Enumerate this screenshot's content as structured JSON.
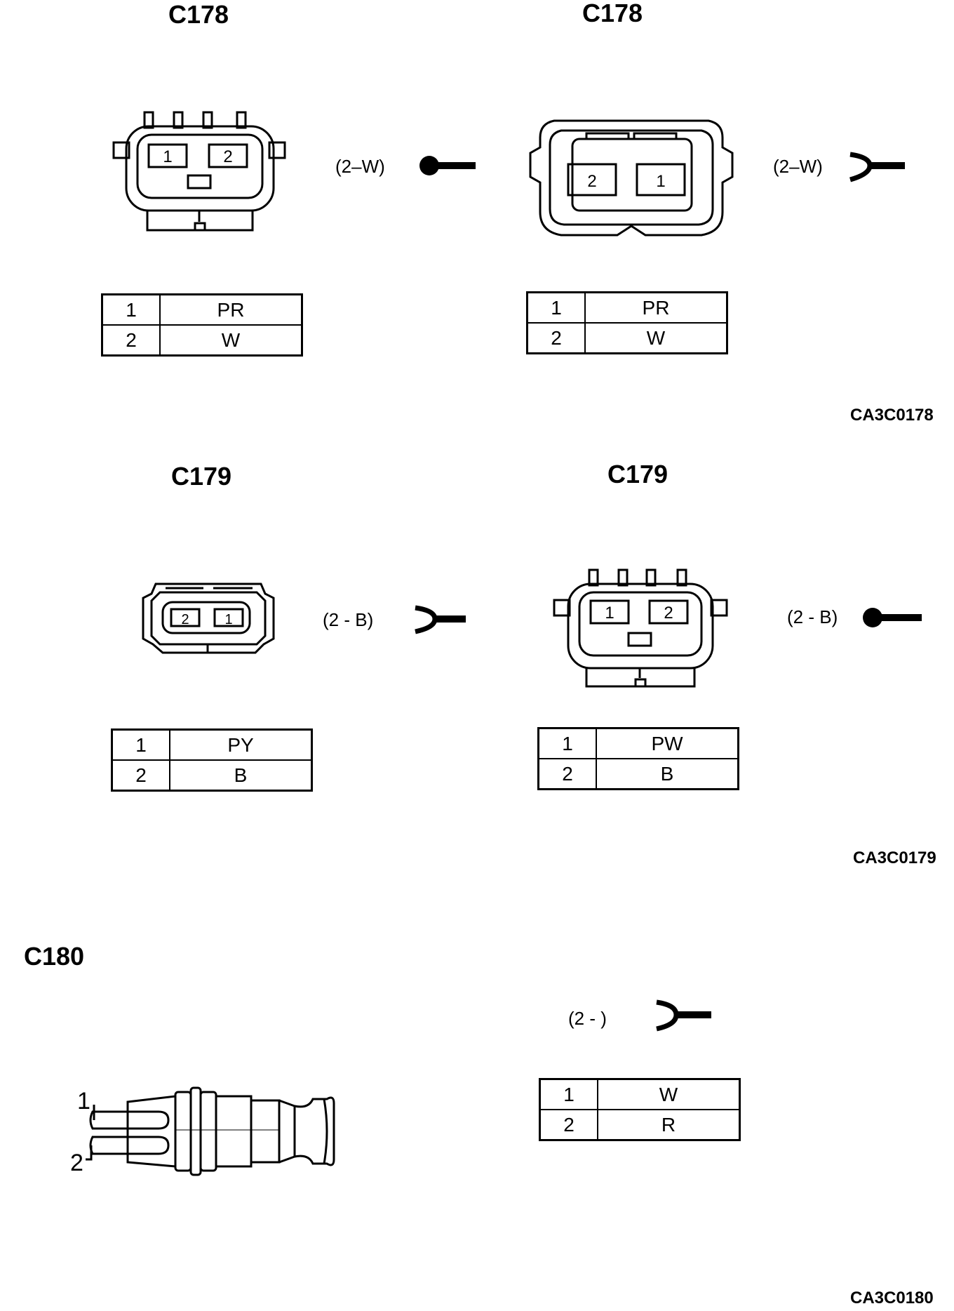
{
  "sections": [
    {
      "ref": "CA3C0178",
      "panels": [
        {
          "title": "C178",
          "code": "(2–W)",
          "terminal": "pin",
          "pins": [
            "1",
            "2"
          ],
          "rows": [
            {
              "pin": "1",
              "wire": "PR"
            },
            {
              "pin": "2",
              "wire": "W"
            }
          ]
        },
        {
          "title": "C178",
          "code": "(2–W)",
          "terminal": "socket",
          "pins": [
            "2",
            "1"
          ],
          "rows": [
            {
              "pin": "1",
              "wire": "PR"
            },
            {
              "pin": "2",
              "wire": "W"
            }
          ]
        }
      ]
    },
    {
      "ref": "CA3C0179",
      "panels": [
        {
          "title": "C179",
          "code": "(2 - B)",
          "terminal": "socket",
          "pins": [
            "2",
            "1"
          ],
          "rows": [
            {
              "pin": "1",
              "wire": "PY"
            },
            {
              "pin": "2",
              "wire": "B"
            }
          ]
        },
        {
          "title": "C179",
          "code": "(2 - B)",
          "terminal": "pin",
          "pins": [
            "1",
            "2"
          ],
          "rows": [
            {
              "pin": "1",
              "wire": "PW"
            },
            {
              "pin": "2",
              "wire": "B"
            }
          ]
        }
      ]
    },
    {
      "ref": "CA3C0180",
      "panels": [
        {
          "title": "C180",
          "code": "(2 - )",
          "terminal": "socket",
          "pins": [
            "1",
            "2"
          ],
          "rows": [
            {
              "pin": "1",
              "wire": "W"
            },
            {
              "pin": "2",
              "wire": "R"
            }
          ]
        }
      ]
    }
  ],
  "icons": {
    "pin_terminal": "male-pin-terminal-icon",
    "socket_terminal": "female-socket-terminal-icon"
  }
}
